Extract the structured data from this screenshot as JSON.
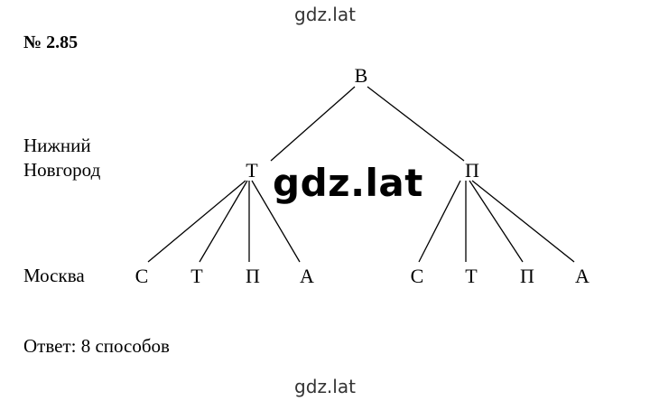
{
  "watermark": {
    "text": "gdz.lat"
  },
  "problem_number": "№ 2.85",
  "levels": {
    "middle_line1": "Нижний",
    "middle_line2": "Новгород",
    "bottom": "Москва"
  },
  "tree": {
    "root": "В",
    "middle": [
      "Т",
      "П"
    ],
    "leaves_left": [
      "С",
      "Т",
      "П",
      "А"
    ],
    "leaves_right": [
      "С",
      "Т",
      "П",
      "А"
    ]
  },
  "answer": "Ответ: 8 способов"
}
